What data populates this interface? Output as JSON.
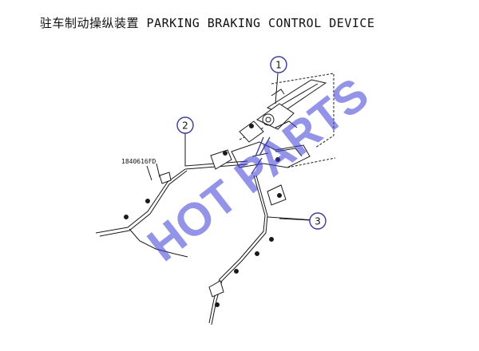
{
  "title": "驻车制动操纵装置 PARKING BRAKING CONTROL DEVICE",
  "callouts": [
    {
      "number": "1"
    },
    {
      "number": "2"
    },
    {
      "number": "3"
    }
  ],
  "part_code": "1840616FD",
  "watermark": "HOT PARTS",
  "colors": {
    "line": "#1a1a1a",
    "callout_circle": "#3a3a9a",
    "watermark": "#3b3bd6"
  }
}
